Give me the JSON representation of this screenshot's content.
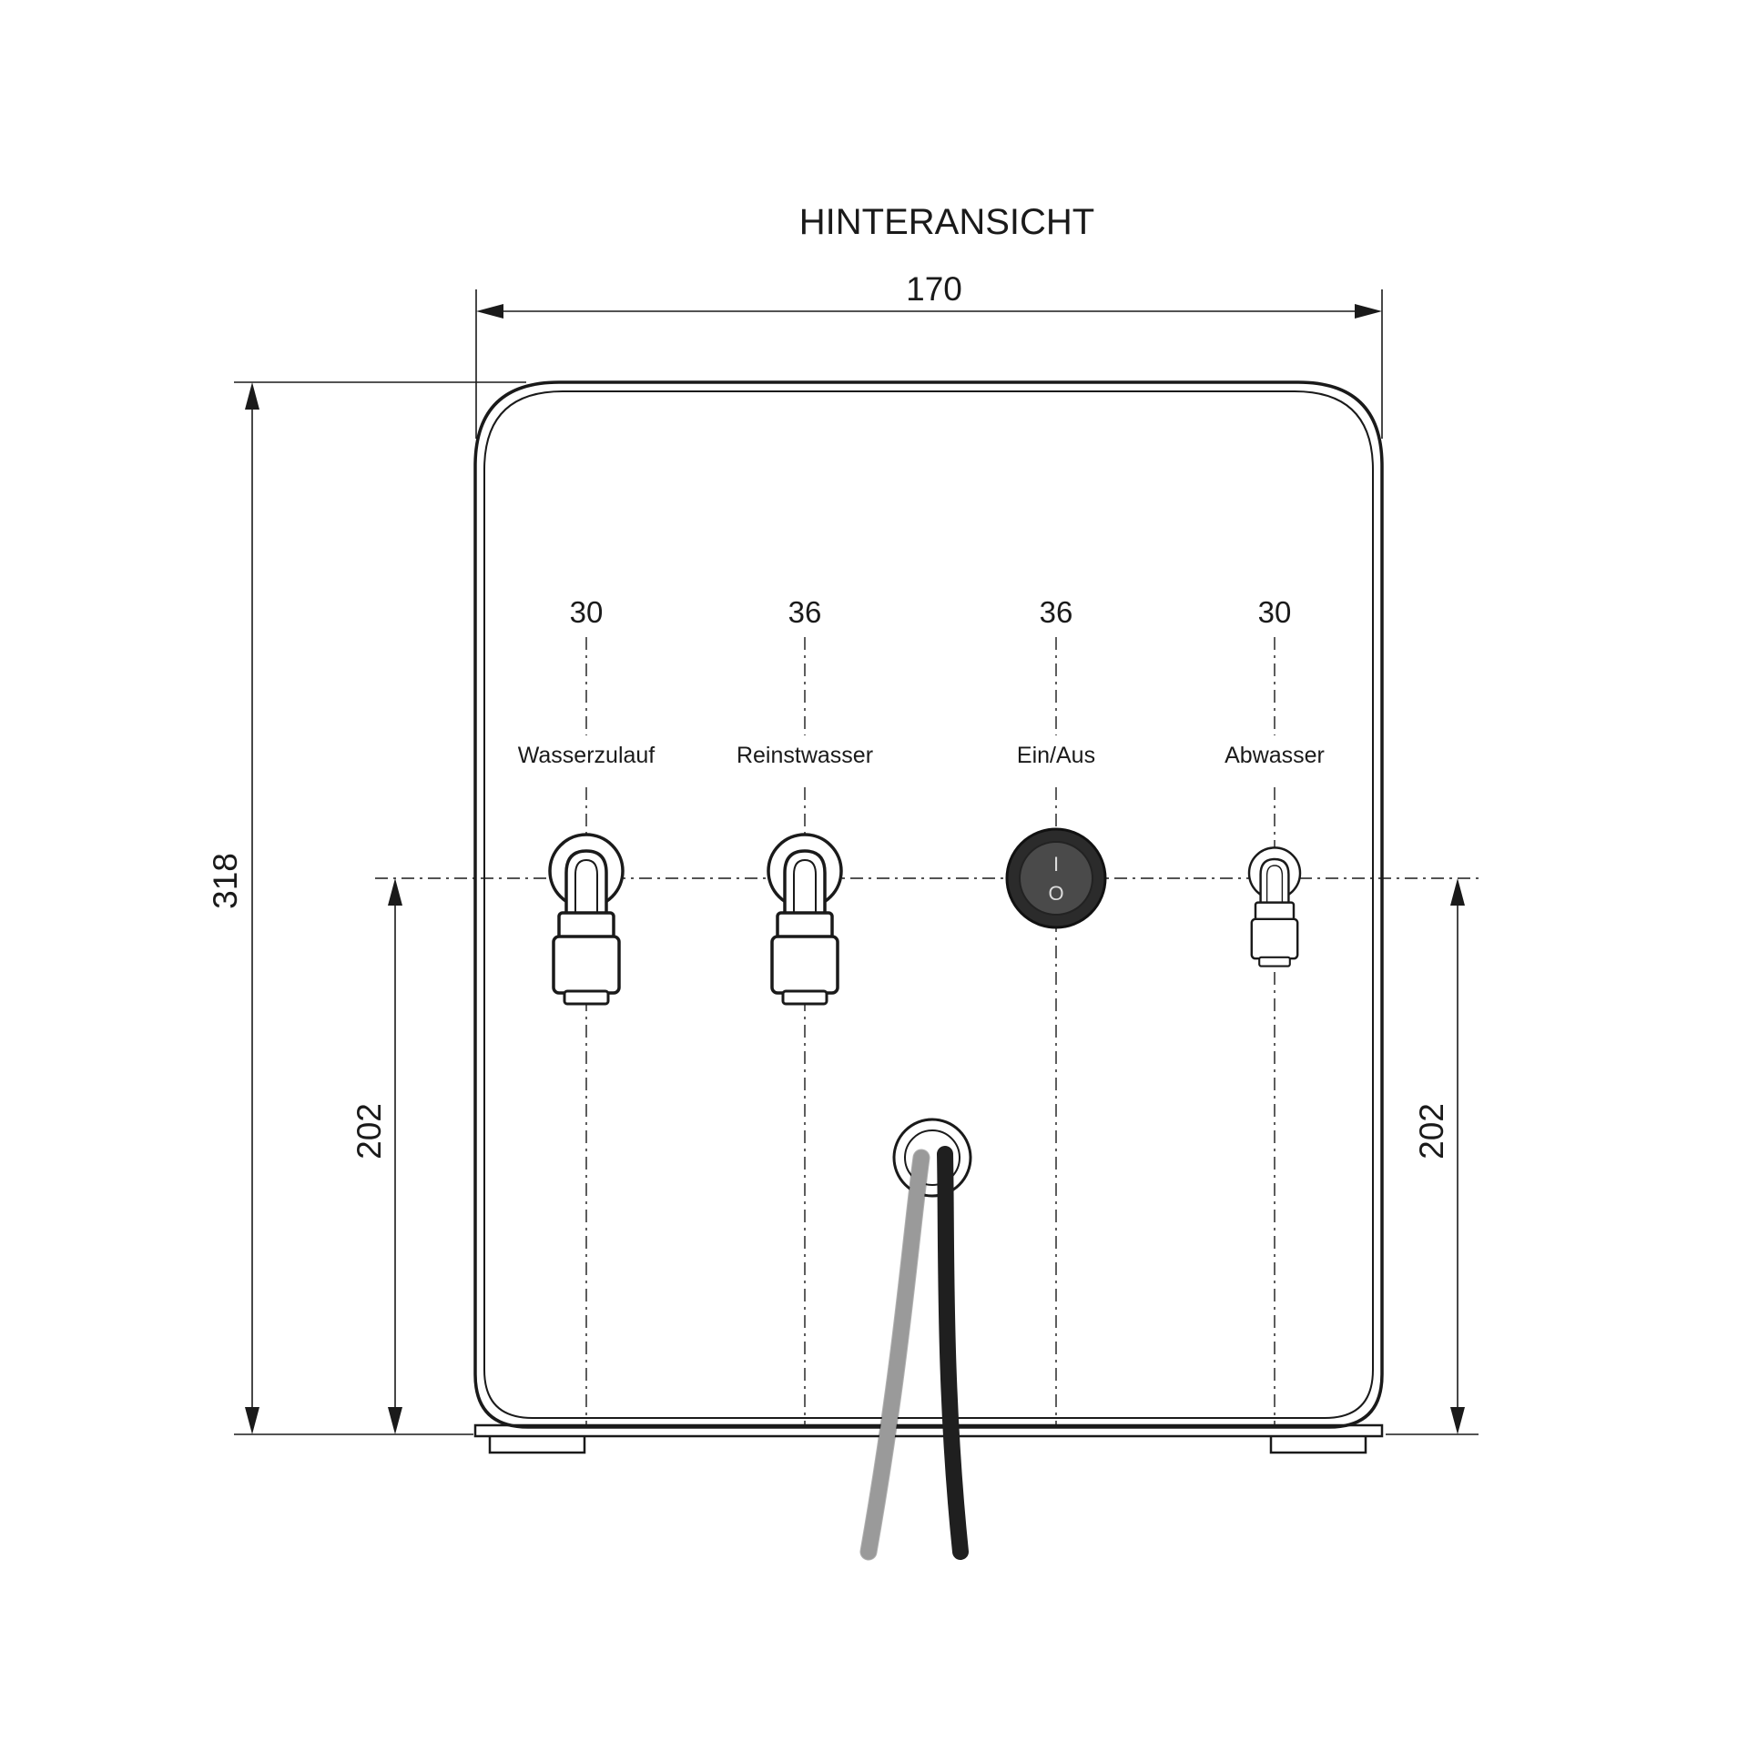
{
  "title": "HINTERANSICHT",
  "dimensions": {
    "width": "170",
    "height": "318",
    "height_left": "202",
    "height_right": "202"
  },
  "connections": [
    {
      "position": "30",
      "label": "Wasserzulauf",
      "type": "fitting-large"
    },
    {
      "position": "36",
      "label": "Reinstwasser",
      "type": "fitting-large"
    },
    {
      "position": "36",
      "label": "Ein/Aus",
      "type": "switch"
    },
    {
      "position": "30",
      "label": "Abwasser",
      "type": "fitting-small"
    }
  ],
  "switch": {
    "on_symbol": "I",
    "off_symbol": "O"
  },
  "colors": {
    "line": "#1a1a1a",
    "switch_body": "#2b2b2b",
    "switch_rocker": "#4a4a4a",
    "cable_grey": "#9a9a9a",
    "cable_black": "#1f1f1f"
  }
}
